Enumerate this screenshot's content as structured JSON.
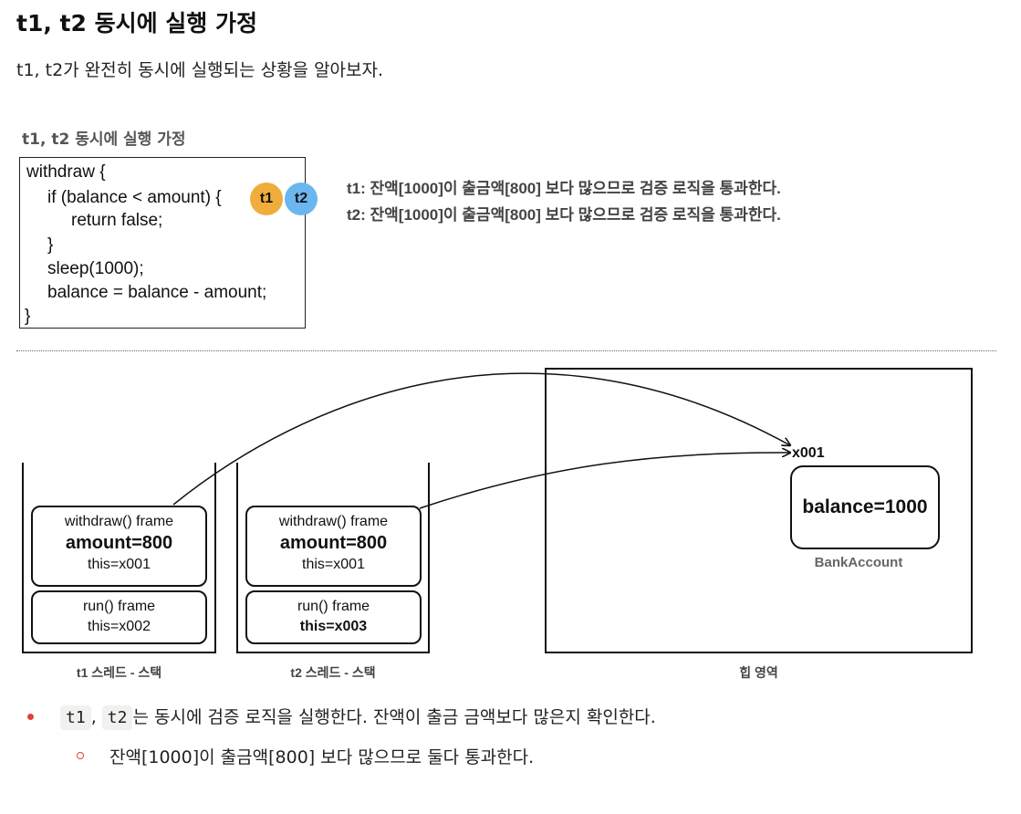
{
  "heading": "t1, t2 동시에 실행 가정",
  "intro": "t1, t2가 완전히 동시에 실행되는 상황을 알아보자.",
  "figure": {
    "caption": "t1, t2 동시에 실행 가정",
    "code": {
      "l1": "withdraw {",
      "l2": "if (balance < amount) {",
      "l3": "return false;",
      "l4": "}",
      "l5": "sleep(1000);",
      "l6": "balance = balance - amount;",
      "l7": "}"
    },
    "badges": [
      {
        "label": "t1",
        "color": "#f0ad3c"
      },
      {
        "label": "t2",
        "color": "#6bb6ee"
      }
    ],
    "notes": {
      "t1": "t1: 잔액[1000]이 출금액[800] 보다 많으므로 검증 로직을 통과한다.",
      "t2": "t2: 잔액[1000]이 출금액[800] 보다 많으므로 검증 로직을 통과한다."
    }
  },
  "memory": {
    "t1_stack": {
      "withdraw_frame": {
        "name": "withdraw() frame",
        "amount": "amount=800",
        "this": "this=x001"
      },
      "run_frame": {
        "name": "run() frame",
        "this": "this=x002"
      },
      "caption": "t1 스레드 - 스택"
    },
    "t2_stack": {
      "withdraw_frame": {
        "name": "withdraw() frame",
        "amount": "amount=800",
        "this": "this=x001"
      },
      "run_frame": {
        "name": "run() frame",
        "this": "this=x003"
      },
      "caption": "t2 스레드 - 스택"
    },
    "heap": {
      "address": "x001",
      "object_value": "balance=1000",
      "object_name": "BankAccount",
      "caption": "힙 영역"
    }
  },
  "bullets": {
    "main_code_1": "t1",
    "main_sep": ",",
    "main_code_2": "t2",
    "main_text": "는 동시에 검증 로직을 실행한다. 잔액이 출금 금액보다 많은지 확인한다.",
    "sub_text": "잔액[1000]이 출금액[800] 보다 많으므로 둘다 통과한다."
  },
  "colors": {
    "t1": "#f0ad3c",
    "t2": "#6bb6ee",
    "bullet": "#e0403a"
  }
}
